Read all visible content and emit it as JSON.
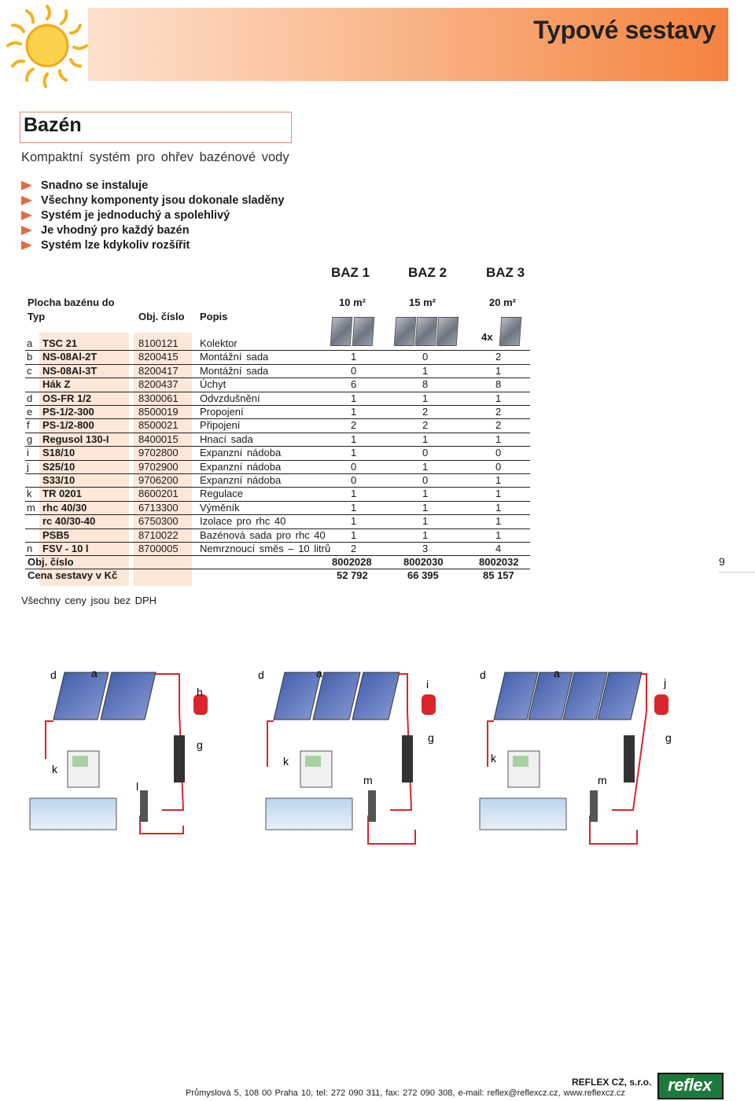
{
  "header": {
    "title": "Typové sestavy"
  },
  "intro": {
    "title": "Bazén",
    "subtitle": "Kompaktní systém pro ohřev bazénové vody",
    "bullets": [
      "Snadno se instaluje",
      "Všechny komponenty jsou dokonale sladěny",
      "Systém je jednoduchý a spolehlivý",
      "Je vhodný pro každý bazén",
      "Systém lze kdykoliv rozšířit"
    ]
  },
  "table": {
    "variants": [
      "BAZ 1",
      "BAZ 2",
      "BAZ 3"
    ],
    "area_label": "Plocha bazénu do",
    "areas": [
      "10 m²",
      "15 m²",
      "20 m²"
    ],
    "col_typ": "Typ",
    "col_obj": "Obj. číslo",
    "col_popis": "Popis",
    "panel_multiplier": "4x",
    "rows": [
      {
        "letter": "a",
        "typ": "TSC 21",
        "obj": "8100121",
        "popis": "Kolektor",
        "v1": "",
        "v2": "",
        "v3": ""
      },
      {
        "letter": "b",
        "typ": "NS-08Al-2T",
        "obj": "8200415",
        "popis": "Montážní sada",
        "v1": "1",
        "v2": "0",
        "v3": "2"
      },
      {
        "letter": "c",
        "typ": "NS-08Al-3T",
        "obj": "8200417",
        "popis": "Montážní sada",
        "v1": "0",
        "v2": "1",
        "v3": "1"
      },
      {
        "letter": "",
        "typ": "Hák Z",
        "obj": "8200437",
        "popis": "Úchyt",
        "v1": "6",
        "v2": "8",
        "v3": "8"
      },
      {
        "letter": "d",
        "typ": "OS-FR 1/2",
        "obj": "8300061",
        "popis": "Odvzdušnění",
        "v1": "1",
        "v2": "1",
        "v3": "1"
      },
      {
        "letter": "e",
        "typ": "PS-1/2-300",
        "obj": "8500019",
        "popis": "Propojení",
        "v1": "1",
        "v2": "2",
        "v3": "2"
      },
      {
        "letter": "f",
        "typ": "PS-1/2-800",
        "obj": "8500021",
        "popis": "Připojení",
        "v1": "2",
        "v2": "2",
        "v3": "2"
      },
      {
        "letter": "g",
        "typ": "Regusol 130-I",
        "obj": "8400015",
        "popis": "Hnací sada",
        "v1": "1",
        "v2": "1",
        "v3": "1"
      },
      {
        "letter": "i",
        "typ": "S18/10",
        "obj": "9702800",
        "popis": "Expanzní nádoba",
        "v1": "1",
        "v2": "0",
        "v3": "0"
      },
      {
        "letter": "j",
        "typ": "S25/10",
        "obj": "9702900",
        "popis": "Expanzní nádoba",
        "v1": "0",
        "v2": "1",
        "v3": "0"
      },
      {
        "letter": "",
        "typ": "S33/10",
        "obj": "9706200",
        "popis": "Expanzní nádoba",
        "v1": "0",
        "v2": "0",
        "v3": "1"
      },
      {
        "letter": "k",
        "typ": "TR 0201",
        "obj": "8600201",
        "popis": "Regulace",
        "v1": "1",
        "v2": "1",
        "v3": "1"
      },
      {
        "letter": "m",
        "typ": "rhc 40/30",
        "obj": "6713300",
        "popis": "Výměník",
        "v1": "1",
        "v2": "1",
        "v3": "1"
      },
      {
        "letter": "",
        "typ": "rc 40/30-40",
        "obj": "6750300",
        "popis": "Izolace pro rhc 40",
        "v1": "1",
        "v2": "1",
        "v3": "1"
      },
      {
        "letter": "",
        "typ": "PSB5",
        "obj": "8710022",
        "popis": "Bazénová sada pro rhc 40",
        "v1": "1",
        "v2": "1",
        "v3": "1"
      },
      {
        "letter": "n",
        "typ": "FSV - 10 l",
        "obj": "8700005",
        "popis": "Nemrznoucí směs – 10 litrů",
        "v1": "2",
        "v2": "3",
        "v3": "4"
      }
    ],
    "obj_label": "Obj. číslo",
    "obj_numbers": [
      "8002028",
      "8002030",
      "8002032"
    ],
    "price_label": "Cena sestavy v Kč",
    "prices": [
      "52 792",
      "66 395",
      "85 157"
    ]
  },
  "note": "Všechny ceny jsou bez DPH",
  "page_number": "9",
  "diagrams": [
    {
      "labels": [
        "d",
        "a",
        "h",
        "g",
        "k",
        "l"
      ]
    },
    {
      "labels": [
        "d",
        "a",
        "i",
        "g",
        "k",
        "m"
      ]
    },
    {
      "labels": [
        "d",
        "a",
        "j",
        "g",
        "k",
        "m"
      ]
    }
  ],
  "footer": {
    "company": "REFLEX CZ, s.r.o.",
    "address": "Průmyslová 5, 108 00 Praha 10, tel: 272 090 311, fax: 272 090 308, e-mail: reflex@reflexcz.cz, www.reflexcz.cz",
    "logo": "reflex"
  },
  "colors": {
    "accent": "#e86a3c",
    "table_shade": "#fde7d8",
    "brand_green": "#1e7a3c",
    "pipe_red": "#d8262c"
  }
}
